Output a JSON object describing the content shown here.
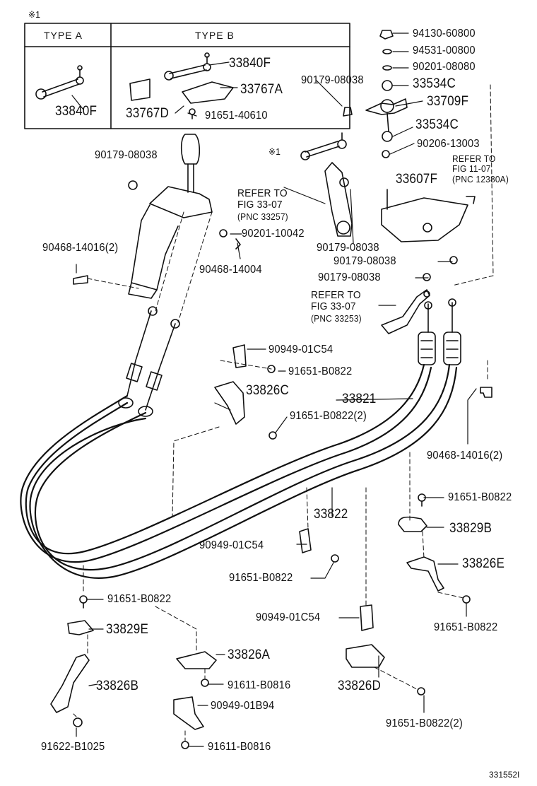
{
  "diagram": {
    "footnote_mark": "※1",
    "inline_mark": "※1",
    "figure_id": "331552I",
    "type_table": {
      "type_a": {
        "header": "TYPE A",
        "part": "33840F"
      },
      "type_b": {
        "header": "TYPE B",
        "parts": [
          "33840F",
          "33767A",
          "33767D",
          "91651-40610"
        ]
      }
    },
    "refs": {
      "fig_33_07_a": {
        "line1": "REFER TO",
        "line2": "FIG 33-07",
        "line3": "(PNC 33257)"
      },
      "fig_33_07_b": {
        "line1": "REFER TO",
        "line2": "FIG 33-07",
        "line3": "(PNC 33253)"
      },
      "fig_11_07": {
        "line1": "REFER TO",
        "line2": "FIG 11-07",
        "line3": "(PNC 12380A)"
      }
    },
    "parts": {
      "p94130_60800": "94130-60800",
      "p94531_00800": "94531-00800",
      "p90201_08080": "90201-08080",
      "p33534c_top": "33534C",
      "p33709f": "33709F",
      "p33534c_mid": "33534C",
      "p90206_13003": "90206-13003",
      "p33607f": "33607F",
      "p90179_08038_a": "90179-08038",
      "p90179_08038_b": "90179-08038",
      "p90179_08038_c": "90179-08038",
      "p90179_08038_d": "90179-08038",
      "p90179_08038_e": "90179-08038",
      "p90201_10042": "90201-10042",
      "p90468_14016_2_a": "90468-14016(2)",
      "p90468_14004": "90468-14004",
      "p90949_01c54_a": "90949-01C54",
      "p91651_b0822_a": "91651-B0822",
      "p33826c": "33826C",
      "p91651_b0822_2_a": "91651-B0822(2)",
      "p33821": "33821",
      "p90468_14016_2_b": "90468-14016(2)",
      "p91651_b0822_b": "91651-B0822",
      "p33822": "33822",
      "p33829b": "33829B",
      "p90949_01c54_b": "90949-01C54",
      "p33826e": "33826E",
      "p91651_b0822_c": "91651-B0822",
      "p91651_b0822_d": "91651-B0822",
      "p91651_b0822_e": "91651-B0822",
      "p33829e": "33829E",
      "p90949_01c54_c": "90949-01C54",
      "p33826a": "33826A",
      "p33826b": "33826B",
      "p91611_b0816_a": "91611-B0816",
      "p33826d": "33826D",
      "p90949_01b94": "90949-01B94",
      "p91651_b0822_2_b": "91651-B0822(2)",
      "p91622_b1025": "91622-B1025",
      "p91611_b0816_b": "91611-B0816"
    }
  }
}
